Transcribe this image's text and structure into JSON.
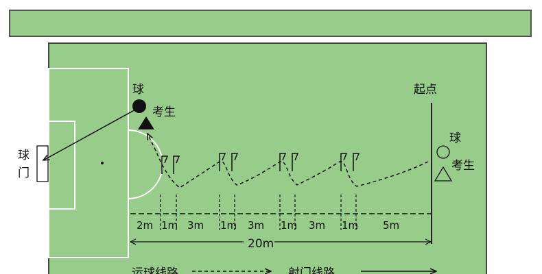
{
  "labels": {
    "start": "起点",
    "ball_top": "球",
    "student_top": "考生",
    "ball_right": "球",
    "student_right": "考生",
    "goal_line1": "球",
    "goal_line2": "门"
  },
  "distances": [
    {
      "label": "2m"
    },
    {
      "label": "1m"
    },
    {
      "label": "3m"
    },
    {
      "label": "1m"
    },
    {
      "label": "3m"
    },
    {
      "label": "1m"
    },
    {
      "label": "3m"
    },
    {
      "label": "1m"
    },
    {
      "label": "5m"
    }
  ],
  "total_distance": "20m",
  "legend": {
    "dribble": "运球线路",
    "shoot": "射门线路"
  },
  "colors": {
    "field": "#98cc8a",
    "line": "#111111"
  }
}
